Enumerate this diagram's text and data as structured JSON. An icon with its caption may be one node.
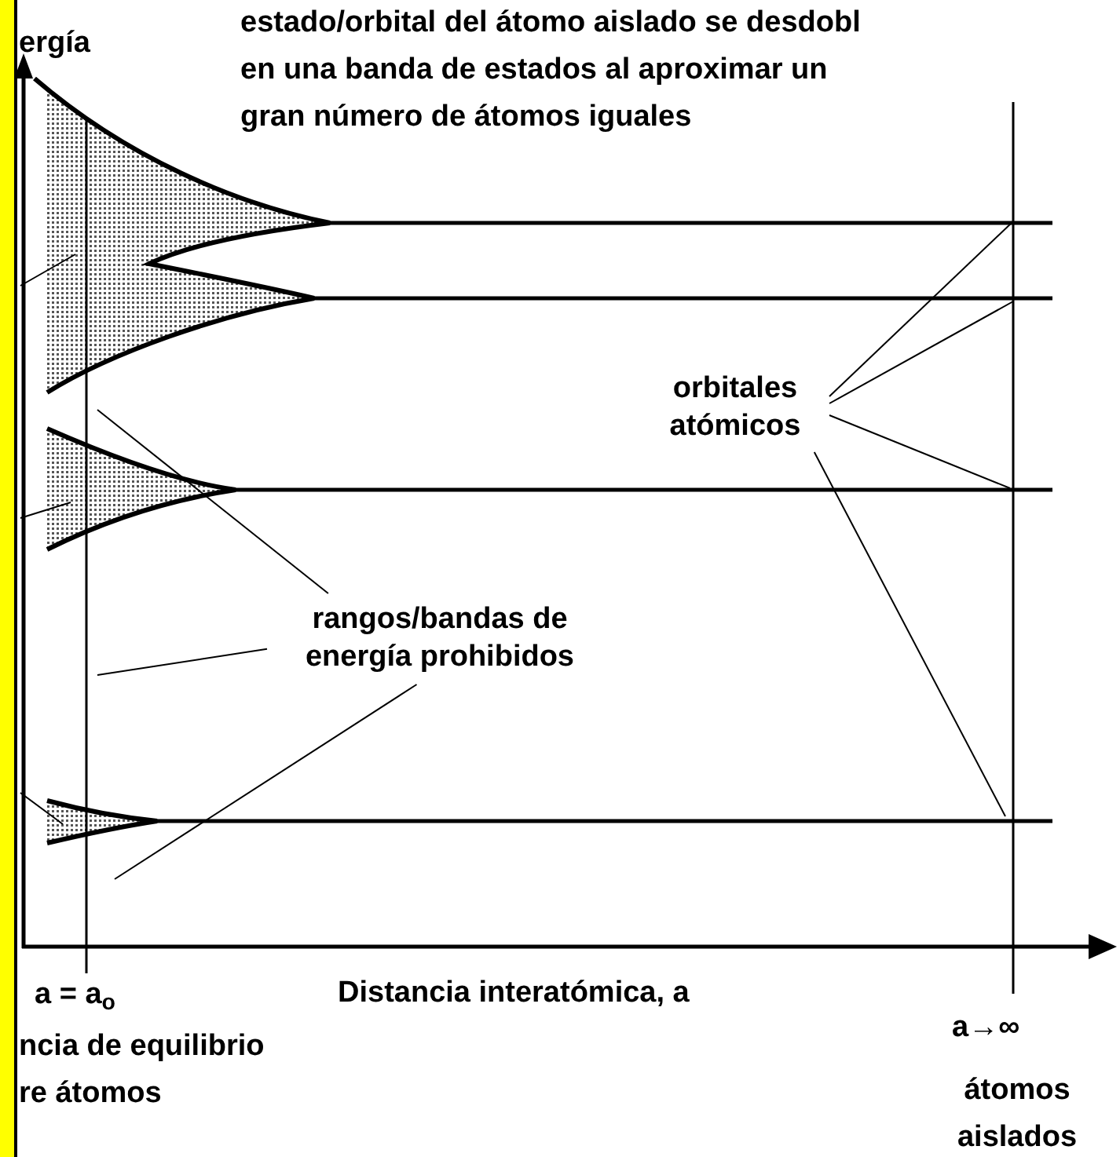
{
  "diagram": {
    "nodes": [
      {
        "text": [
          "orbitales atómicos"
        ]
      },
      {
        "text": [
          "rangos/bandas de energía prohibidos"
        ]
      }
    ],
    "edges": [
      {
        "from": 0,
        "to": null,
        "arrow": "none"
      },
      {
        "from": 0,
        "to": null,
        "arrow": "none"
      },
      {
        "from": 0,
        "to": null,
        "arrow": "none"
      },
      {
        "from": 0,
        "to": null,
        "arrow": "none"
      },
      {
        "from": 1,
        "to": null,
        "arrow": "none"
      },
      {
        "from": 1,
        "to": null,
        "arrow": "none"
      },
      {
        "from": 1,
        "to": null,
        "arrow": "none"
      }
    ],
    "labels": [
      "ergía",
      "estado/orbital del átomo aislado se desdobl en una banda de estados al aproximar un gran número de átomos iguales",
      "a = a$_{o}$",
      "Distancia interatómica, a",
      "a→∞",
      "ncia de equilibrio re átomos",
      "átomos aislados"
    ]
  }
}
